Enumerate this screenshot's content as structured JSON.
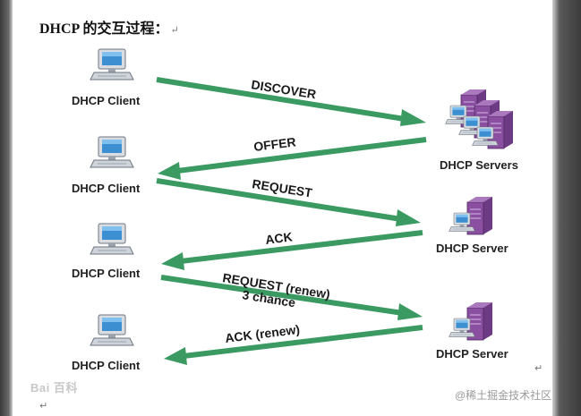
{
  "title": "DHCP 的交互过程：",
  "paragraph_mark": "↵",
  "clients": [
    {
      "label": "DHCP Client"
    },
    {
      "label": "DHCP Client"
    },
    {
      "label": "DHCP Client"
    },
    {
      "label": "DHCP Client"
    }
  ],
  "servers": [
    {
      "label": "DHCP Servers"
    },
    {
      "label": "DHCP Server"
    },
    {
      "label": "DHCP Server"
    }
  ],
  "messages": [
    {
      "label": "DISCOVER",
      "direction": "client-to-server"
    },
    {
      "label": "OFFER",
      "direction": "server-to-client"
    },
    {
      "label": "REQUEST",
      "direction": "client-to-server"
    },
    {
      "label": "ACK",
      "direction": "server-to-client"
    },
    {
      "label": "REQUEST (renew)",
      "sublabel": "3 chance",
      "direction": "client-to-server"
    },
    {
      "label": "ACK (renew)",
      "direction": "server-to-client"
    }
  ],
  "colors": {
    "arrow": "#3b9a62",
    "arrow_dark": "#2a7a4c",
    "server_body": "#8a4fa0",
    "client_screen": "#3c8fd0"
  },
  "watermarks": {
    "left": "Bai 百科",
    "right": "@稀土掘金技术社区"
  }
}
